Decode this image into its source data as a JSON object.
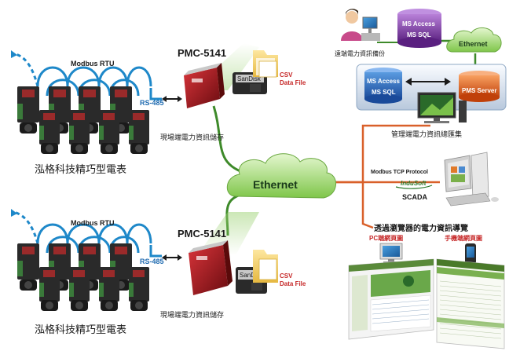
{
  "colors": {
    "blue_link": "#1e88c9",
    "green_link": "#4a8a2a",
    "orange_link": "#d9602a",
    "red_title": "#c62828",
    "meter_green": "#3a7a3a",
    "meter_black": "#1a1a1a",
    "device_red": "#a01820",
    "cloud_green": "#8fcf5a",
    "ms_access_purple": "#7a3aa0",
    "pms_orange": "#e0601a",
    "monitor_gray": "#c8c8c8"
  },
  "top_group": {
    "modbus_label": "Modbus RTU",
    "rs485_label": "RS-485",
    "device_label": "PMC-5141",
    "device_caption": "現場端電力資訊儲存",
    "meter_caption": "泓格科技精巧型電表",
    "sd_label": "SanDisk",
    "csv_label_1": "CSV",
    "csv_label_2": "Data File"
  },
  "bottom_group": {
    "modbus_label": "Modbus RTU",
    "rs485_label": "RS-485",
    "device_label": "PMC-5141",
    "device_caption": "現場端電力資訊儲存",
    "meter_caption": "泓格科技精巧型電表",
    "sd_label": "SanDisk",
    "csv_label_1": "CSV",
    "csv_label_2": "Data File"
  },
  "center_cloud": {
    "label": "Ethernet"
  },
  "top_right": {
    "remote_caption": "遠端電力資訊備份",
    "ms_access": "MS Access",
    "ms_sql": "MS SQL",
    "cloud_label": "Ethernet"
  },
  "server_panel": {
    "ms_access": "MS Access",
    "ms_sql": "MS SQL",
    "pms_server": "PMS Server",
    "caption": "管理端電力資訊總匯集"
  },
  "scada": {
    "protocol": "Modbus TCP Protocol",
    "indusoft": "InduSoft",
    "scada_label": "SCADA"
  },
  "browser": {
    "title": "透過瀏覽器的電力資訊導覽",
    "pc_label": "PC端網頁圖",
    "mobile_label": "手機端網頁圖"
  }
}
